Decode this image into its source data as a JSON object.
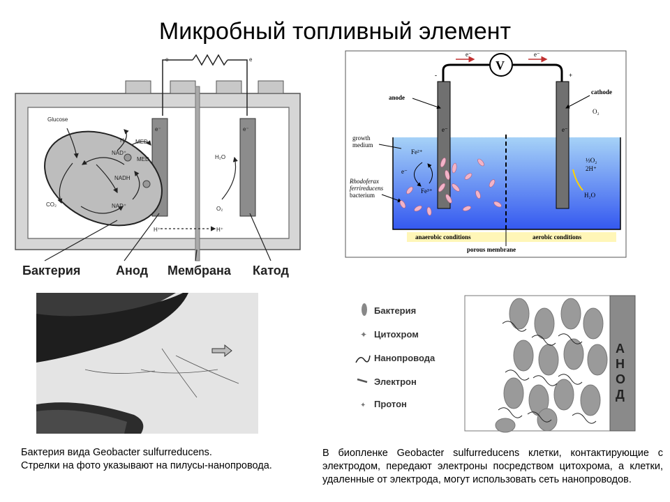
{
  "title": "Микробный топливный элемент",
  "diagram_left": {
    "bottom_labels": [
      "Бактерия",
      "Анод",
      "Мембрана",
      "Катод"
    ],
    "inner_labels": {
      "glucose": "Glucose",
      "nadplus1": "NAD⁺",
      "nadplus2": "NAD⁺",
      "nadh": "NADH",
      "co2": "CO₂",
      "hplus_top": "H⁺",
      "hplus_bottom1": "H⁺",
      "hplus_bottom2": "H⁺",
      "med_ox": "MED",
      "med_red": "MED",
      "h2o": "H₂O",
      "o2": "O₂",
      "e_wire1": "e",
      "e_wire2": "e",
      "e_anode": "e⁻",
      "e_cathode": "e⁻"
    }
  },
  "diagram_right": {
    "voltmeter": "V",
    "e_left": "e⁻",
    "e_right": "e⁻",
    "minus": "-",
    "plus": "+",
    "anode": "anode",
    "cathode": "cathode",
    "o2": "O₂",
    "growth_medium_1": "growth",
    "growth_medium_2": "medium",
    "fe3": "Fe³⁺",
    "fe2": "Fe²⁺",
    "bacterium_1": "Rhodoferax",
    "bacterium_2": "ferrireducens",
    "bacterium_3": "bacterium",
    "half_o2": "½O₂",
    "two_h": "2H⁺",
    "h2o": "H₂O",
    "anaerobic": "anaerobic conditions",
    "aerobic": "aerobic conditions",
    "porous": "porous membrane",
    "e_anode": "e⁻",
    "e_cathode": "e⁻",
    "e_bact": "e⁻"
  },
  "legend_right": {
    "items": [
      "Бактерия",
      "Цитохром",
      "Нанопровода",
      "Электрон",
      "Протон"
    ],
    "anode_letters": [
      "А",
      "Н",
      "О",
      "Д"
    ]
  },
  "caption_left": [
    "Бактерия вида Geobacter sulfurreducens.",
    "Стрелки на фото указывают на пилусы-нанопровода."
  ],
  "caption_right": "В биопленке Geobacter sulfurreducens клетки, контактирующие с электродом, передают электроны посредством цитохрома, а клетки, удаленные от электрода, могут использовать сеть нанопроводов.",
  "colors": {
    "water_top": "#8fc2f2",
    "water_bottom": "#3a66f0",
    "condition_bar": "#fff8c0",
    "electrode": "#888888",
    "tank": "#d6d6d6",
    "bacteria_ellipse": "#bdbdbd"
  }
}
